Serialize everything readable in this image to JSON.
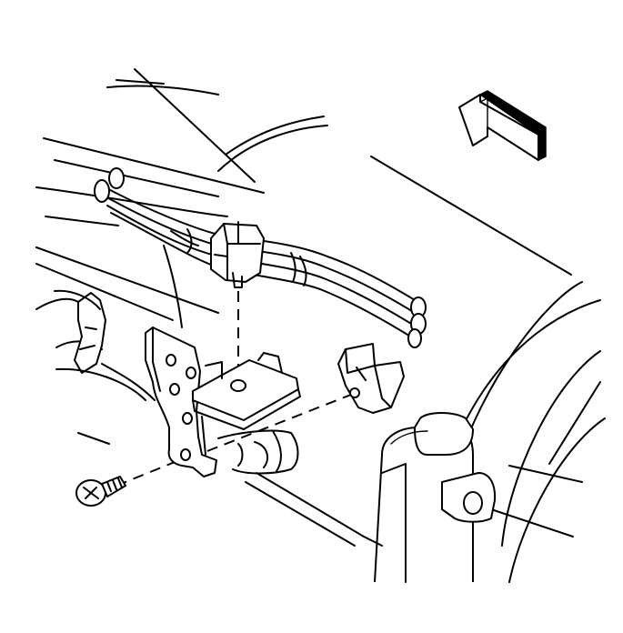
{
  "diagram": {
    "kind": "exploded-view-illustration",
    "components": [
      "direction-arrow",
      "hose-bundle",
      "hose-clip",
      "mounting-bracket",
      "retainer-clip",
      "bolt",
      "wheelhouse-panel",
      "shock-tower"
    ],
    "colors": {
      "line": "#000000",
      "background": "#ffffff",
      "arrow_fill": "#000000"
    }
  }
}
